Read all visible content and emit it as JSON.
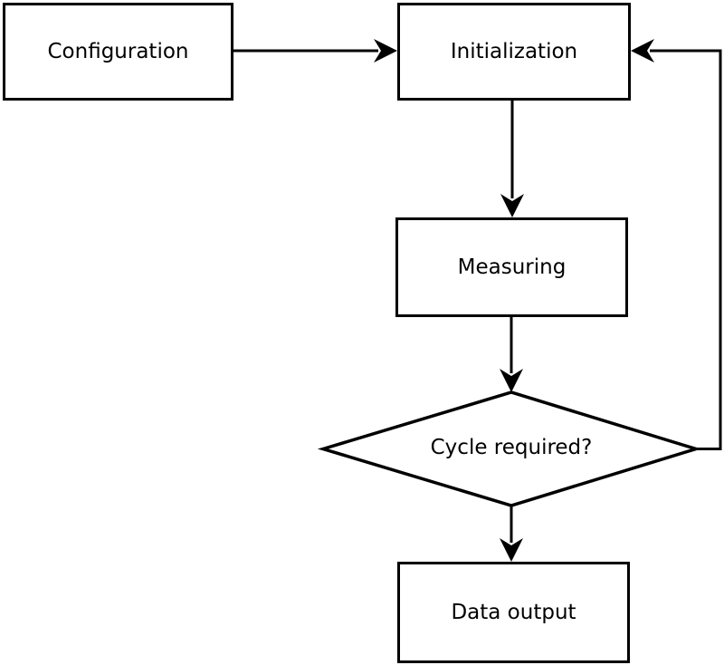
{
  "diagram": {
    "type": "flowchart",
    "colors": {
      "background": "#ffffff",
      "line": "#000000",
      "shape_fill": "#ffffff",
      "text": "#000000"
    },
    "nodes": {
      "configuration": {
        "label": "Configuration",
        "shape": "rectangle"
      },
      "initialization": {
        "label": "Initialization",
        "shape": "rectangle"
      },
      "measuring": {
        "label": "Measuring",
        "shape": "rectangle"
      },
      "decision": {
        "label": "Cycle required?",
        "shape": "diamond"
      },
      "data_output": {
        "label": "Data output",
        "shape": "rectangle"
      }
    },
    "edges": [
      {
        "from": "configuration",
        "to": "initialization",
        "direction": "right"
      },
      {
        "from": "initialization",
        "to": "measuring",
        "direction": "down"
      },
      {
        "from": "measuring",
        "to": "decision",
        "direction": "down"
      },
      {
        "from": "decision",
        "to": "initialization",
        "direction": "right-then-up-loop"
      },
      {
        "from": "decision",
        "to": "data_output",
        "direction": "down"
      }
    ]
  }
}
